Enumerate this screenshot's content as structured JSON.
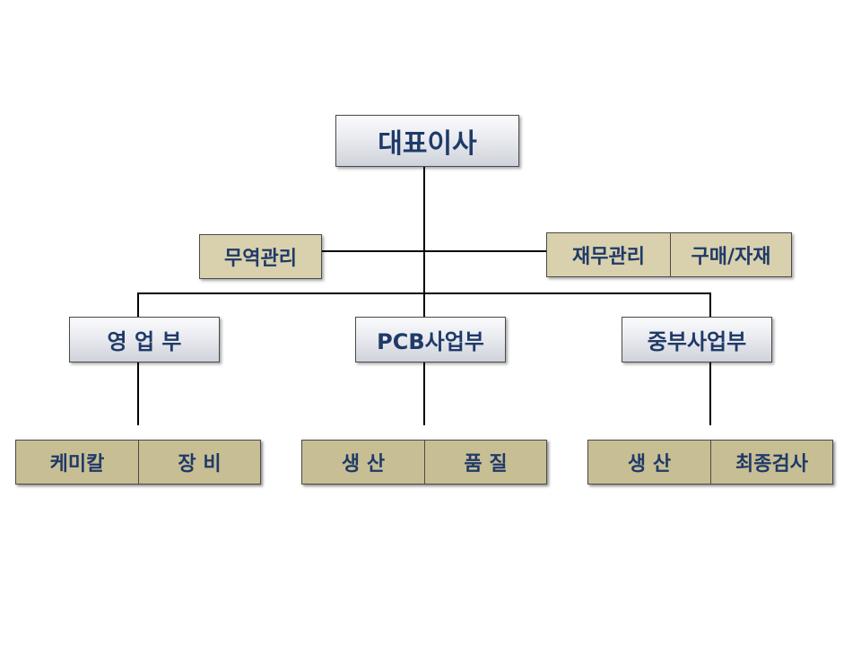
{
  "ceo": "대표이사",
  "staff_left": "무역관리",
  "staff_right": [
    "재무관리",
    "구매/자재"
  ],
  "divisions": [
    {
      "name": "영 업 부",
      "units": [
        "케미칼",
        "장 비"
      ]
    },
    {
      "name": "PCB사업부",
      "units": [
        "생 산",
        "품 질"
      ]
    },
    {
      "name": "중부사업부",
      "units": [
        "생 산",
        "최종검사"
      ]
    }
  ],
  "colors": {
    "text": "#1f3a68",
    "staff_fill": "#d9d1ad",
    "unit_fill": "#c8be94",
    "box_fill_top": "#fbfbfd",
    "box_fill_bottom": "#cfd2da"
  }
}
